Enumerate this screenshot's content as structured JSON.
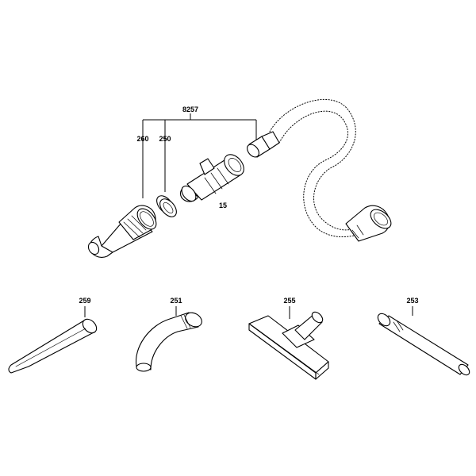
{
  "labels": {
    "kit": "8257",
    "nozzle_adapter": "260",
    "ring": "250",
    "handle": "15",
    "crevice_tool": "259",
    "bent_tube": "251",
    "floor_nozzle": "255",
    "straight_tube": "253"
  }
}
